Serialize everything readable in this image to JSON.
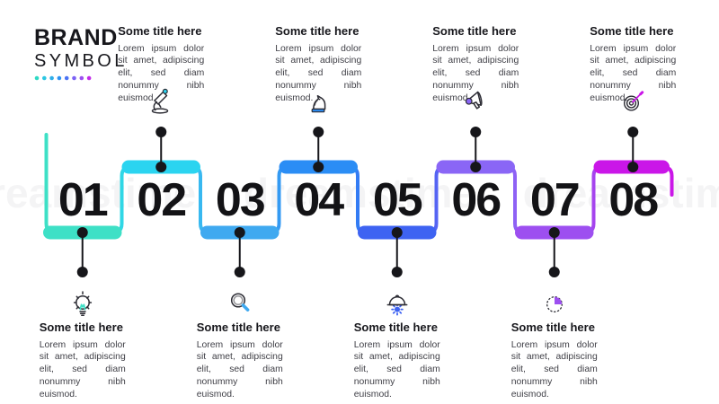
{
  "brand": {
    "line1": "BRAND",
    "line2": "SYMBOL",
    "dot_colors": [
      "#2FD9C4",
      "#2CC6E2",
      "#2FAEE9",
      "#2D92F2",
      "#4B73F4",
      "#7B61F5",
      "#9C4FF0",
      "#C32BE9"
    ]
  },
  "watermark": {
    "text": "dreamstime"
  },
  "steps": [
    {
      "number": "01",
      "title": "Some title here",
      "body": "Lorem ipsum dolor sit amet, adipiscing elit, sed diam nonummy nibh euismod.",
      "icon": "lightbulb-icon",
      "color": "#3EE0C6",
      "side": "bottom"
    },
    {
      "number": "02",
      "title": "Some title here",
      "body": "Lorem ipsum dolor sit amet, adipiscing elit, sed diam nonummy nibh euismod.",
      "icon": "microscope-icon",
      "color": "#2BD4F0",
      "side": "top"
    },
    {
      "number": "03",
      "title": "Some title here",
      "body": "Lorem ipsum dolor sit amet, adipiscing elit, sed diam nonummy nibh euismod.",
      "icon": "magnifier-icon",
      "color": "#3FA9F0",
      "side": "bottom"
    },
    {
      "number": "04",
      "title": "Some title here",
      "body": "Lorem ipsum dolor sit amet, adipiscing elit, sed diam nonummy nibh euismod.",
      "icon": "chess-knight-icon",
      "color": "#2B8DF5",
      "side": "top"
    },
    {
      "number": "05",
      "title": "Some title here",
      "body": "Lorem ipsum dolor sit amet, adipiscing elit, sed diam nonummy nibh euismod.",
      "icon": "hard-hat-gear-icon",
      "color": "#3E63F2",
      "side": "bottom"
    },
    {
      "number": "06",
      "title": "Some title here",
      "body": "Lorem ipsum dolor sit amet, adipiscing elit, sed diam nonummy nibh euismod.",
      "icon": "megaphone-icon",
      "color": "#8A66F6",
      "side": "top"
    },
    {
      "number": "07",
      "title": "Some title here",
      "body": "Lorem ipsum dolor sit amet, adipiscing elit, sed diam nonummy nibh euismod.",
      "icon": "clock-quarter-icon",
      "color": "#9D4FF0",
      "side": "bottom"
    },
    {
      "number": "08",
      "title": "Some title here",
      "body": "Lorem ipsum dolor sit amet, adipiscing elit, sed diam nonummy nibh euismod.",
      "icon": "target-dart-icon",
      "color": "#CA16E8",
      "side": "top"
    }
  ]
}
